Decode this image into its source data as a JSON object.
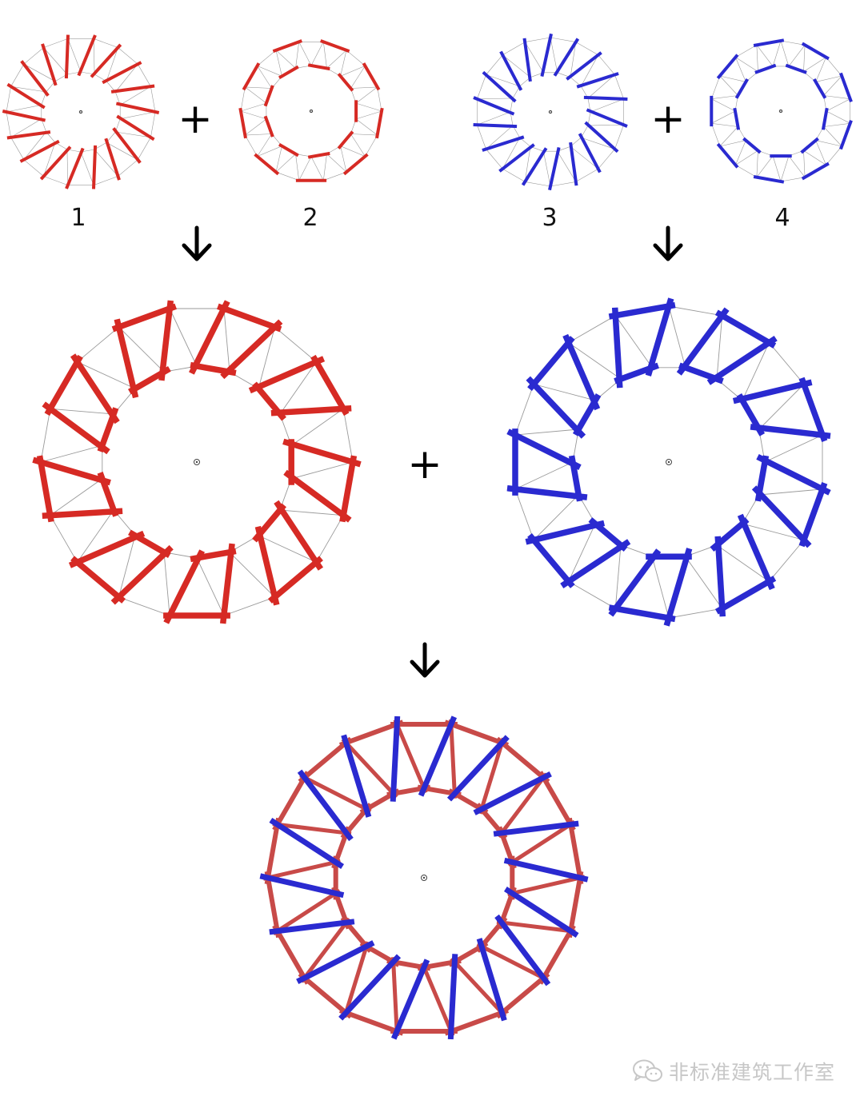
{
  "labels": {
    "ring_1": "1",
    "ring_2": "2",
    "ring_3": "3",
    "ring_4": "4",
    "plus": "+"
  },
  "watermark": {
    "text": "非标准建筑工作室",
    "icon": "wechat-icon"
  },
  "diagram": {
    "polygon_sides": 18,
    "colors": {
      "red": "#d62a24",
      "blue": "#2a2ad0",
      "combined_red": "#c84a48",
      "grid": "#9a9a9a",
      "arrow": "#000000"
    },
    "steps": [
      {
        "id": "ring-1",
        "color": "red",
        "members": "radial"
      },
      {
        "id": "ring-2",
        "color": "red",
        "members": "ring"
      },
      {
        "id": "ring-3",
        "color": "blue",
        "members": "radial"
      },
      {
        "id": "ring-4",
        "color": "blue",
        "members": "ring"
      },
      {
        "id": "combined-red",
        "color": "red",
        "members": "radial+ring"
      },
      {
        "id": "combined-blue",
        "color": "blue",
        "members": "radial+ring"
      },
      {
        "id": "final",
        "color": "red+blue",
        "members": "all"
      }
    ]
  }
}
